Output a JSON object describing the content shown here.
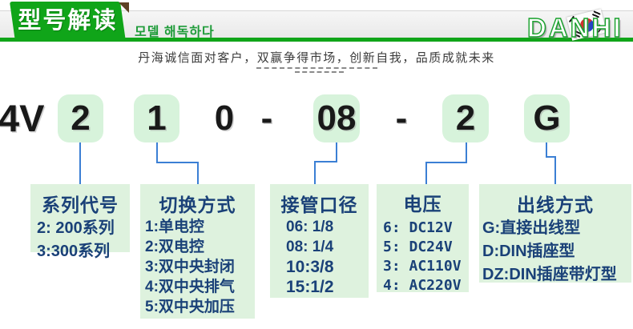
{
  "header": {
    "tab_title": "型号解读",
    "subtitle_korean": "모델 해독하다",
    "brand": "DANHI"
  },
  "tagline": "丹海诚信面对客户，双赢争得市场，创新自我，品质成就未来",
  "model": {
    "segments": [
      {
        "text": "4V",
        "highlighted": false
      },
      {
        "text": "2",
        "highlighted": true
      },
      {
        "text": "1",
        "highlighted": true
      },
      {
        "text": "0",
        "highlighted": false
      },
      {
        "text": "-",
        "highlighted": false
      },
      {
        "text": "08",
        "highlighted": true
      },
      {
        "text": "-",
        "highlighted": false
      },
      {
        "text": "2",
        "highlighted": true
      },
      {
        "text": "G",
        "highlighted": true
      }
    ]
  },
  "sections": [
    {
      "title": "系列代号",
      "items": [
        "2: 200系列",
        "3:300系列"
      ]
    },
    {
      "title": "切换方式",
      "items": [
        "1:单电控",
        "2:双电控",
        "3:双中央封闭",
        "4:双中央排气",
        "5:双中央加压"
      ]
    },
    {
      "title": "接管口径",
      "items": [
        "06: 1/8",
        "08: 1/4",
        "10:3/8",
        "15:1/2"
      ]
    },
    {
      "title": "电压",
      "items": [
        "6: DC12V",
        "5: DC24V",
        "3: AC110V",
        "4: AC220V"
      ]
    },
    {
      "title": "出线方式",
      "items": [
        "G:直接出线型",
        "D:DIN插座型",
        "DZ:DIN插座带灯型"
      ]
    }
  ],
  "colors": {
    "accent_green": "#10a519",
    "highlight_box_green": "#d7f3db",
    "section_box_green": "#def2de",
    "connector_blue": "#3b7fd4",
    "section_text_navy": "#1a4178",
    "korean_subtitle_green": "#1d9b38"
  }
}
